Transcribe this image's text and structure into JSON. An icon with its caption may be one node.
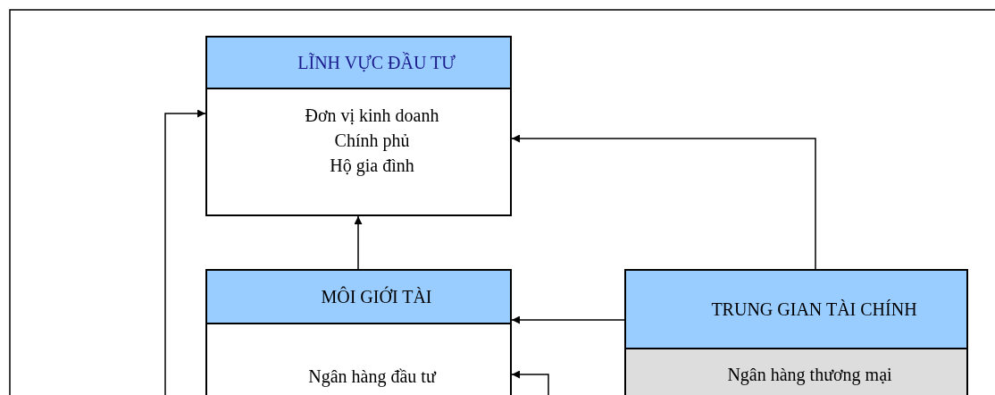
{
  "diagram": {
    "nodes": [
      {
        "text": [
          "LĨNH VỰC ĐẦU TƯ",
          "Đơn vị kinh doanh",
          "Chính phủ",
          "Hộ gia đình"
        ]
      },
      {
        "text": [
          "MÔI GIỚI TÀI",
          "Ngân hàng đầu tư"
        ]
      },
      {
        "text": [
          "TRUNG GIAN TÀI CHÍNH",
          "Ngân hàng thương mại"
        ]
      }
    ],
    "edges": [
      {
        "from": 1,
        "to": 0,
        "arrow": "to"
      },
      {
        "from": 2,
        "to": 0,
        "arrow": "to"
      },
      {
        "from": 2,
        "to": 1,
        "arrow": "to"
      },
      {
        "from": null,
        "to": 0,
        "arrow": "to"
      },
      {
        "from": null,
        "to": 1,
        "arrow": "to"
      }
    ]
  }
}
